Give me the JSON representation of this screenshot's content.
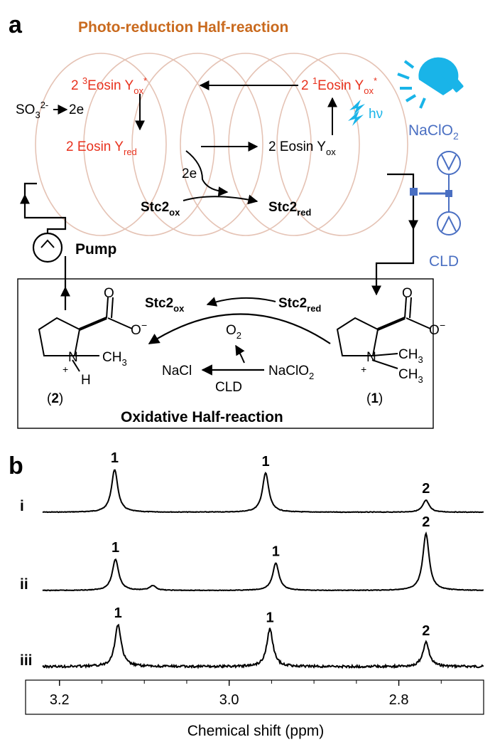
{
  "panel_a": {
    "label": "a",
    "title": "Photo-reduction Half-reaction",
    "colors": {
      "red": "#e8321e",
      "orange": "#c96a1e",
      "blue": "#4a6fc2",
      "cyan": "#19b4e8",
      "coil": "#e5c3b5"
    },
    "photo_cycle": {
      "triplet": {
        "coef": "2 ",
        "sup_mult": "3",
        "name": "Eosin Y",
        "sub": "ox",
        "sup_star": "*"
      },
      "singlet": {
        "coef": "2 ",
        "sup_mult": "1",
        "name": "Eosin Y",
        "sub": "ox",
        "sup_star": "*"
      },
      "reduced": {
        "coef": "2 Eosin Y",
        "sub": "red"
      },
      "oxidized": {
        "coef": "2 Eosin Y",
        "sub": "ox"
      },
      "sulfite": {
        "base": "SO",
        "sub": "3",
        "sup": "2-"
      },
      "sulfite_electrons": "2e",
      "transfer_electrons": "2e",
      "light": "hν"
    },
    "stc_photo": {
      "ox": {
        "base": "Stc2",
        "sub": "ox"
      },
      "red": {
        "base": "Stc2",
        "sub": "red"
      }
    },
    "right_side": {
      "oxidant": {
        "base": "NaClO",
        "sub": "2"
      },
      "enzyme": "CLD"
    },
    "pump_label": "Pump",
    "oxidative_box": {
      "title": "Oxidative Half-reaction",
      "stc_ox": {
        "base": "Stc2",
        "sub": "ox"
      },
      "stc_red": {
        "base": "Stc2",
        "sub": "red"
      },
      "o2": {
        "base": "O",
        "sub": "2"
      },
      "nacl": "NaCl",
      "naclo2": {
        "base": "NaClO",
        "sub": "2"
      },
      "cld": "CLD",
      "label_2": {
        "open": "(",
        "num": "2",
        "close": ")"
      },
      "label_1": {
        "open": "(",
        "num": "1",
        "close": ")"
      },
      "struct2": {
        "O": "O",
        "Ominus": "O",
        "minus": "−",
        "N": "N",
        "plus": "+",
        "H": "H",
        "CH3": {
          "base": "CH",
          "sub": "3"
        }
      },
      "struct1": {
        "O": "O",
        "Ominus": "O",
        "minus": "−",
        "N": "N",
        "plus": "+",
        "CH3a": {
          "base": "CH",
          "sub": "3"
        },
        "CH3b": {
          "base": "CH",
          "sub": "3"
        }
      }
    }
  },
  "panel_b": {
    "label": "b",
    "chart_data": {
      "type": "line",
      "title": "",
      "xlabel": "Chemical shift (ppm)",
      "ylabel": "",
      "xlim": [
        3.24,
        2.7
      ],
      "reversed_x": true,
      "x_ticks": [
        3.2,
        3.0,
        2.8
      ],
      "x_tick_labels": [
        "3.2",
        "3.0",
        "2.8"
      ],
      "series": [
        {
          "name": "i",
          "peaks": [
            {
              "x": 3.135,
              "height": 1.0,
              "label": "1"
            },
            {
              "x": 2.957,
              "height": 0.92,
              "label": "1"
            },
            {
              "x": 2.768,
              "height": 0.28,
              "label": "2"
            }
          ]
        },
        {
          "name": "ii",
          "peaks": [
            {
              "x": 3.134,
              "height": 0.55,
              "label": "1"
            },
            {
              "x": 3.09,
              "height": 0.08,
              "label": ""
            },
            {
              "x": 2.945,
              "height": 0.48,
              "label": "1"
            },
            {
              "x": 2.768,
              "height": 1.0,
              "label": "2"
            }
          ]
        },
        {
          "name": "iii",
          "peaks": [
            {
              "x": 3.131,
              "height": 0.95,
              "label": "1"
            },
            {
              "x": 2.952,
              "height": 0.85,
              "label": "1"
            },
            {
              "x": 2.768,
              "height": 0.55,
              "label": "2"
            }
          ]
        }
      ]
    }
  }
}
